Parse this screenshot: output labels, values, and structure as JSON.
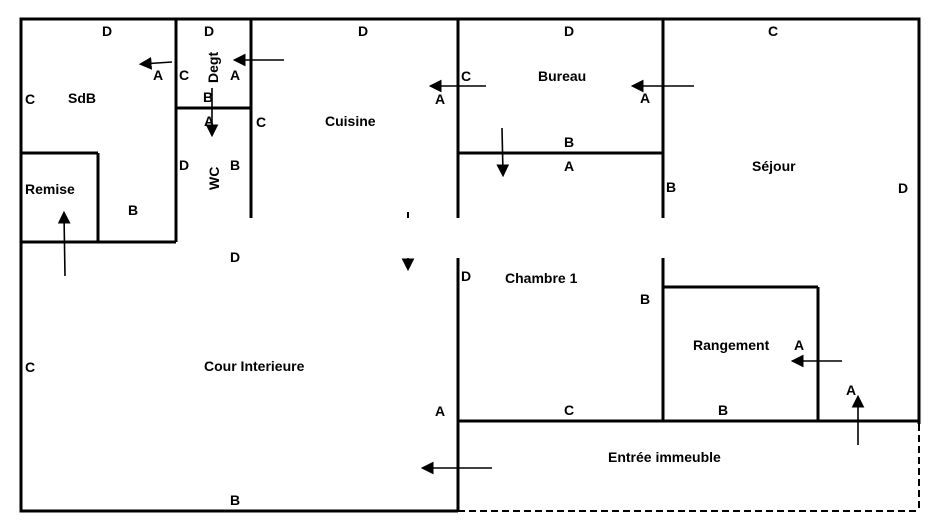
{
  "plan": {
    "rooms": {
      "sdb": "SdB",
      "degt": "Degt",
      "cuisine": "Cuisine",
      "bureau": "Bureau",
      "sejour": "Séjour",
      "remise": "Remise",
      "wc": "WC",
      "chambre1": "Chambre 1",
      "cour": "Cour Interieure",
      "rangement": "Rangement",
      "entree": "Entrée immeuble"
    },
    "wall_labels": {
      "A": "A",
      "B": "B",
      "C": "C",
      "D": "D"
    }
  }
}
